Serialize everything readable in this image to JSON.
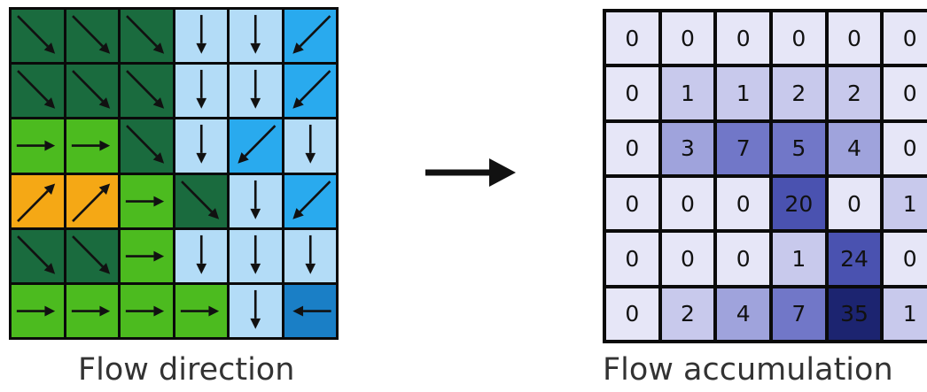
{
  "flow_direction": {
    "caption": "Flow direction",
    "cells": [
      [
        {
          "dir": "SE",
          "fill": "#1a6b3e"
        },
        {
          "dir": "SE",
          "fill": "#1a6b3e"
        },
        {
          "dir": "SE",
          "fill": "#1a6b3e"
        },
        {
          "dir": "S",
          "fill": "#b3dcf7"
        },
        {
          "dir": "S",
          "fill": "#b3dcf7"
        },
        {
          "dir": "SW",
          "fill": "#29aaee"
        }
      ],
      [
        {
          "dir": "SE",
          "fill": "#1a6b3e"
        },
        {
          "dir": "SE",
          "fill": "#1a6b3e"
        },
        {
          "dir": "SE",
          "fill": "#1a6b3e"
        },
        {
          "dir": "S",
          "fill": "#b3dcf7"
        },
        {
          "dir": "S",
          "fill": "#b3dcf7"
        },
        {
          "dir": "SW",
          "fill": "#29aaee"
        }
      ],
      [
        {
          "dir": "E",
          "fill": "#4cbb1f"
        },
        {
          "dir": "E",
          "fill": "#4cbb1f"
        },
        {
          "dir": "SE",
          "fill": "#1a6b3e"
        },
        {
          "dir": "S",
          "fill": "#b3dcf7"
        },
        {
          "dir": "SW",
          "fill": "#29aaee"
        },
        {
          "dir": "S",
          "fill": "#b3dcf7"
        }
      ],
      [
        {
          "dir": "NE",
          "fill": "#f5a815"
        },
        {
          "dir": "NE",
          "fill": "#f5a815"
        },
        {
          "dir": "E",
          "fill": "#4cbb1f"
        },
        {
          "dir": "SE",
          "fill": "#1a6b3e"
        },
        {
          "dir": "S",
          "fill": "#b3dcf7"
        },
        {
          "dir": "SW",
          "fill": "#29aaee"
        }
      ],
      [
        {
          "dir": "SE",
          "fill": "#1a6b3e"
        },
        {
          "dir": "SE",
          "fill": "#1a6b3e"
        },
        {
          "dir": "E",
          "fill": "#4cbb1f"
        },
        {
          "dir": "S",
          "fill": "#b3dcf7"
        },
        {
          "dir": "S",
          "fill": "#b3dcf7"
        },
        {
          "dir": "S",
          "fill": "#b3dcf7"
        }
      ],
      [
        {
          "dir": "E",
          "fill": "#4cbb1f"
        },
        {
          "dir": "E",
          "fill": "#4cbb1f"
        },
        {
          "dir": "E",
          "fill": "#4cbb1f"
        },
        {
          "dir": "E",
          "fill": "#4cbb1f"
        },
        {
          "dir": "S",
          "fill": "#b3dcf7"
        },
        {
          "dir": "W",
          "fill": "#1a7fc6"
        }
      ]
    ]
  },
  "flow_accumulation": {
    "caption": "Flow accumulation",
    "values": [
      [
        0,
        0,
        0,
        0,
        0,
        0
      ],
      [
        0,
        1,
        1,
        2,
        2,
        0
      ],
      [
        0,
        3,
        7,
        5,
        4,
        0
      ],
      [
        0,
        0,
        0,
        20,
        0,
        1
      ],
      [
        0,
        0,
        0,
        1,
        24,
        0
      ],
      [
        0,
        2,
        4,
        7,
        35,
        1
      ]
    ]
  },
  "colors": {
    "arrow": "#111111",
    "grid_border": "#0a0a0a",
    "accumulation_scale": [
      "#e6e6f7",
      "#c8c9ec",
      "#9fa3dc",
      "#7177c8",
      "#4a52b0",
      "#1c2470"
    ]
  }
}
